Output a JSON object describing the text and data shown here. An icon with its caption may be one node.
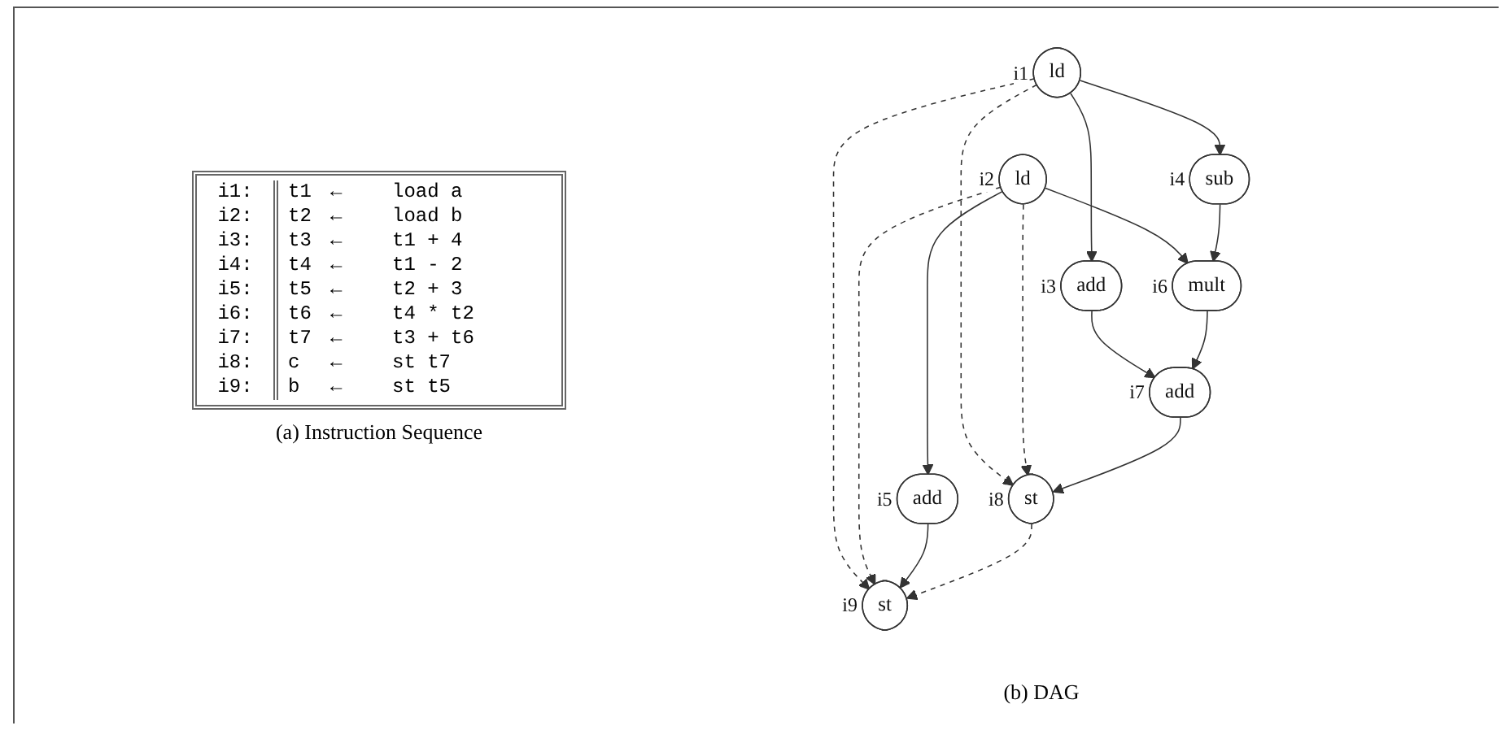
{
  "diagram": {
    "nodes": [
      {
        "text": [
          "ld"
        ],
        "beside": [
          "i1"
        ]
      },
      {
        "text": [
          "ld"
        ],
        "beside": [
          "i2"
        ]
      },
      {
        "text": [
          "add"
        ],
        "beside": [
          "i3"
        ]
      },
      {
        "text": [
          "sub"
        ],
        "beside": [
          "i4"
        ]
      },
      {
        "text": [
          "add"
        ],
        "beside": [
          "i5"
        ]
      },
      {
        "text": [
          "mult"
        ],
        "beside": [
          "i6"
        ]
      },
      {
        "text": [
          "st"
        ],
        "beside": [
          "i9"
        ]
      },
      {
        "text": [
          "add"
        ],
        "beside": [
          "i7"
        ]
      },
      {
        "text": [
          "st"
        ],
        "beside": [
          "i8"
        ]
      }
    ],
    "edges": [
      {
        "from": 0,
        "to": 2,
        "arrow": "to"
      },
      {
        "from": 0,
        "to": 3,
        "arrow": "to"
      },
      {
        "from": 0,
        "to": 8,
        "arrow": "to",
        "style": "dashed"
      },
      {
        "from": 0,
        "to": 6,
        "arrow": "to",
        "style": "dashed"
      },
      {
        "from": 1,
        "to": 5,
        "arrow": "to"
      },
      {
        "from": 1,
        "to": 4,
        "arrow": "to"
      },
      {
        "from": 1,
        "to": 6,
        "arrow": "to",
        "style": "dashed"
      },
      {
        "from": 1,
        "to": 8,
        "arrow": "to",
        "style": "dashed"
      },
      {
        "from": 3,
        "to": 5,
        "arrow": "to"
      },
      {
        "from": 4,
        "to": 6,
        "arrow": "to"
      },
      {
        "from": 2,
        "to": 7,
        "arrow": "to"
      },
      {
        "from": 5,
        "to": 7,
        "arrow": "to"
      },
      {
        "from": 7,
        "to": 8,
        "arrow": "to"
      },
      {
        "from": 8,
        "to": 6,
        "arrow": "to",
        "style": "dashed"
      }
    ],
    "labels": [
      "i1:",
      "t1",
      "←",
      "load a",
      "i2:",
      "t2",
      "←",
      "load b",
      "i3:",
      "t3",
      "←",
      "t1 + 4",
      "i4:",
      "t4",
      "←",
      "t1 - 2",
      "i5:",
      "t5",
      "←",
      "t2 + 3",
      "i6:",
      "t6",
      "←",
      "t4 * t2",
      "i7:",
      "t7",
      "←",
      "t3 + t6",
      "i8:",
      "c",
      "←",
      "st t7",
      "i9:",
      "b",
      "←",
      "st t5",
      "(a) Instruction Sequence",
      "(b) DAG"
    ]
  }
}
